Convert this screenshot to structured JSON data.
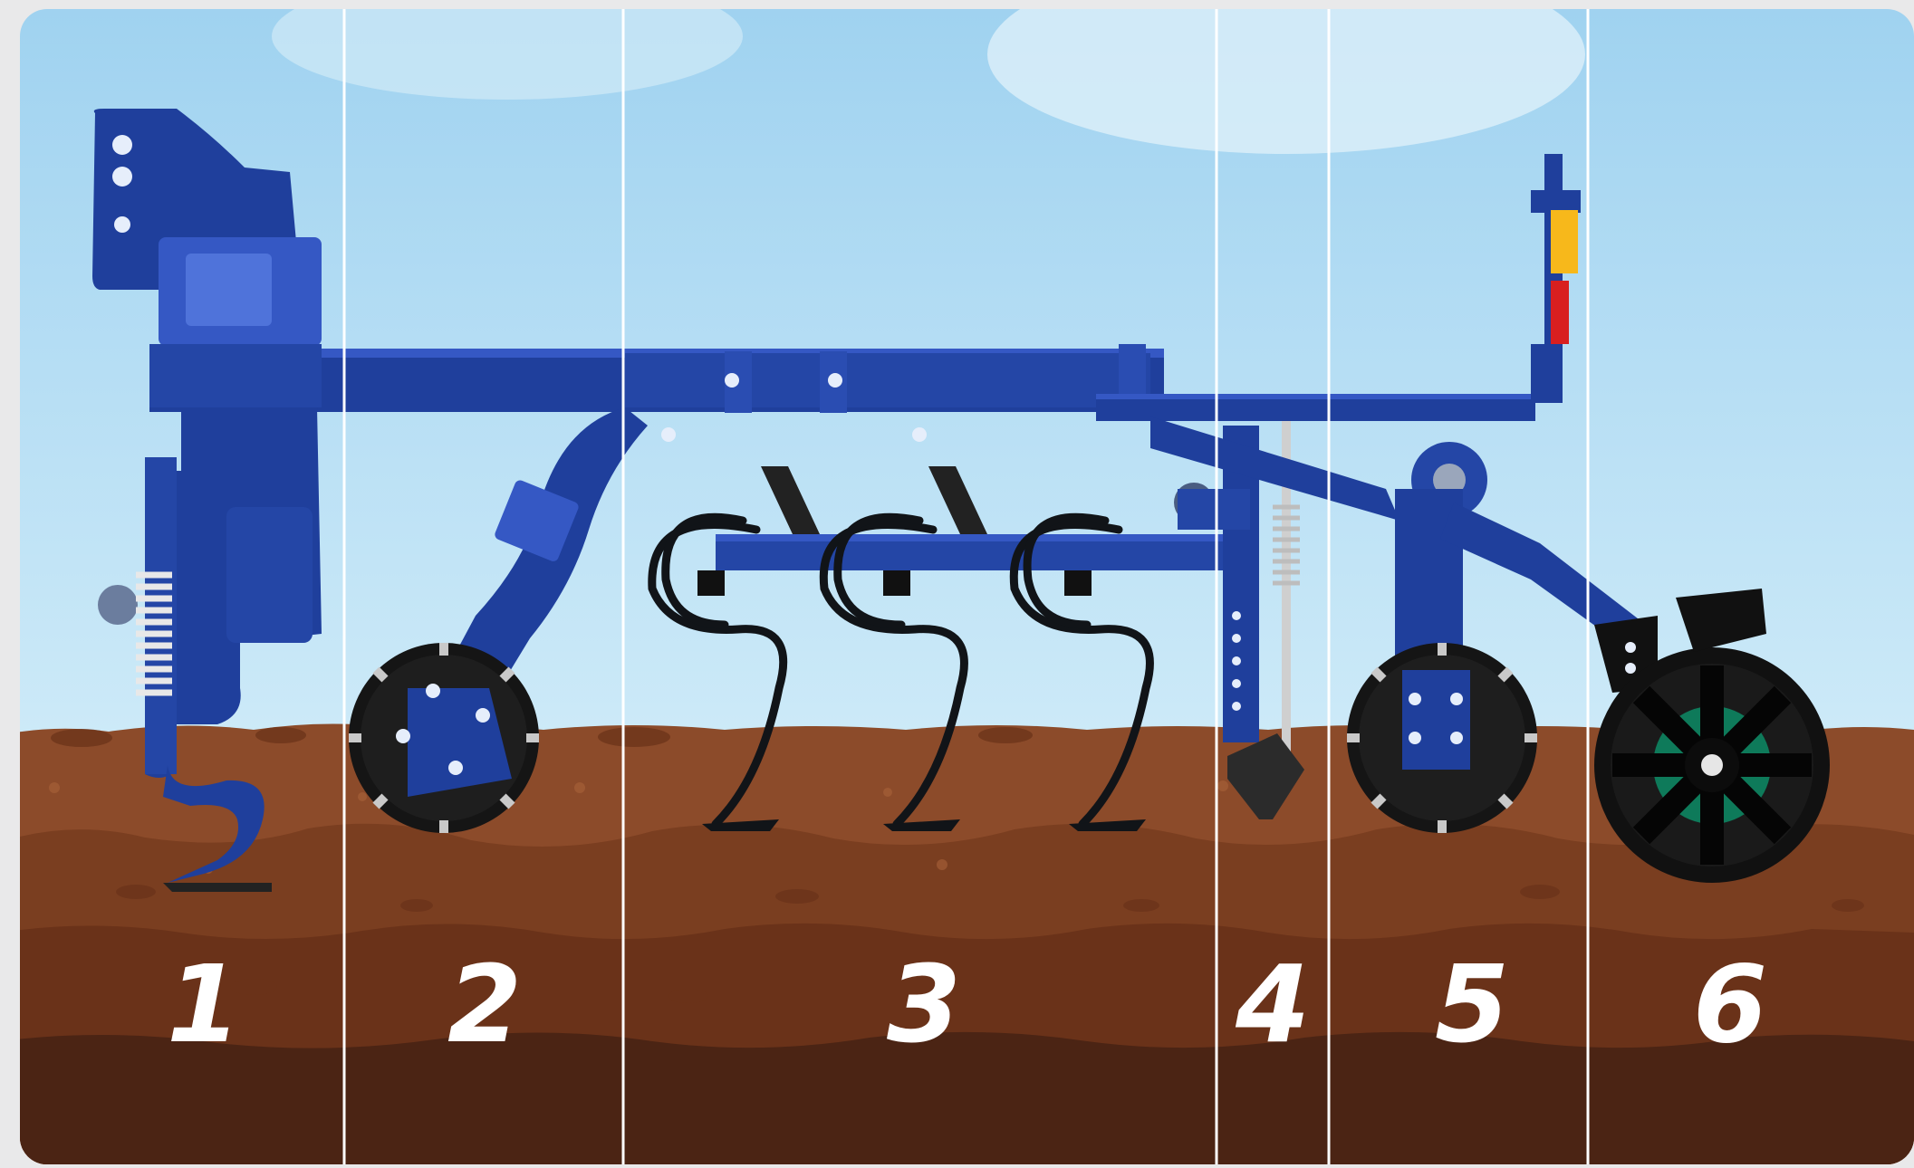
{
  "segments": [
    {
      "number": "1",
      "part": "subsoiler-shank"
    },
    {
      "number": "2",
      "part": "depth-gauge-wheel"
    },
    {
      "number": "3",
      "part": "spring-tines"
    },
    {
      "number": "4",
      "part": "spring-adjuster-link"
    },
    {
      "number": "5",
      "part": "rear-gauge-wheel"
    },
    {
      "number": "6",
      "part": "packer-roller"
    }
  ],
  "colors": {
    "frame": "#1f3f9c",
    "frame_light": "#3558c4",
    "tines": "#111418",
    "sky_top": "#a9d8f3",
    "sky_bottom": "#c9e9f8",
    "soil_top": "#8a4a2a",
    "soil_mid": "#6e3a1f",
    "soil_deep": "#4a2414",
    "divider": "#ffffff",
    "reflector_amber": "#f7b81b",
    "reflector_red": "#d81f1f"
  }
}
